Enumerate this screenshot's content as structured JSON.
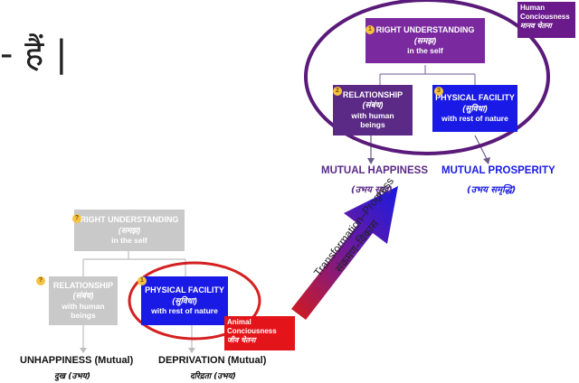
{
  "fragment": {
    "text": "- हैं |"
  },
  "human": {
    "label": [
      "Human",
      "Conciousness",
      "मानव चेतना"
    ],
    "label_color": "#6a1a8a",
    "right_understanding": {
      "num": "1",
      "title": "RIGHT UNDERSTANDING",
      "hindi": "(समझ)",
      "sub": "in the self",
      "color": "#7a2a9e"
    },
    "relationship": {
      "num": "2",
      "title": "RELATIONSHIP",
      "hindi": "(संबंध)",
      "sub": "with human beings",
      "color": "#5a2a86"
    },
    "physical_facility": {
      "num": "3",
      "title": "PHYSICAL FACILITY",
      "hindi": "(सुविधा)",
      "sub": "with rest of nature",
      "color": "#1a1ae6"
    },
    "outcome_left": {
      "title": "MUTUAL HAPPINESS",
      "hindi": "(उभय सुख)",
      "color": "#5a2a86"
    },
    "outcome_right": {
      "title": "MUTUAL PROSPERITY",
      "hindi": "(उभय समृद्धि)",
      "color": "#1a1ae6"
    },
    "ellipse_color": "#5a1a7a"
  },
  "animal": {
    "label": [
      "Animal",
      "Conciousness",
      "जीव चेतना"
    ],
    "label_color": "#e3151b",
    "right_understanding": {
      "num": "?",
      "title": "RIGHT UNDERSTANDING",
      "hindi": "(समझ)",
      "sub": "in the self",
      "color": "#c9c9c9"
    },
    "relationship": {
      "num": "?",
      "title": "RELATIONSHIP",
      "hindi": "(संबंध)",
      "sub": "with human beings",
      "color": "#c9c9c9"
    },
    "physical_facility": {
      "num": "1",
      "title": "PHYSICAL FACILITY",
      "hindi": "(सुविधा)",
      "sub": "with rest of nature",
      "color": "#1a1ae6"
    },
    "outcome_left": {
      "title": "UNHAPPINESS (Mutual)",
      "hindi": "दुख (उभय)"
    },
    "outcome_right": {
      "title": "DEPRIVATION (Mutual)",
      "hindi": "दरिद्रता (उभय)"
    },
    "ellipse_color": "#d42020"
  },
  "transformation": {
    "line1": "Transformation–Progress",
    "line2": "संक्रमण–विकास"
  }
}
